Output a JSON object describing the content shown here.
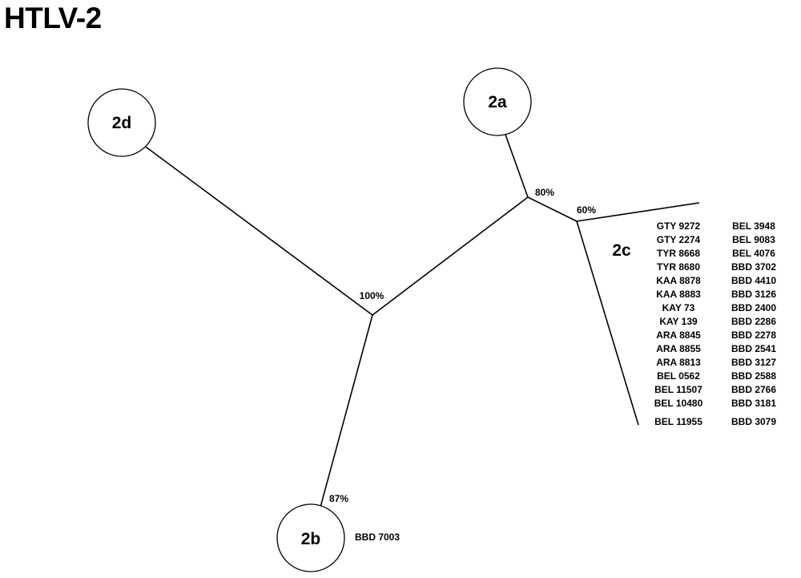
{
  "title": "HTLV-2",
  "clades": {
    "a": "2a",
    "b": "2b",
    "c": "2c",
    "d": "2d"
  },
  "bootstrap": {
    "root": "100%",
    "node_2a_2c": "80%",
    "node_2c": "60%",
    "node_2b": "87%"
  },
  "isolates_2b": "BBD 7003",
  "isolates_2c": {
    "left": [
      "GTY 9272",
      "GTY 2274",
      "TYR 8668",
      "TYR 8680",
      "KAA 8878",
      "KAA 8883",
      "KAY 73",
      "KAY 139",
      "ARA 8845",
      "ARA 8855",
      "ARA 8813",
      "BEL 0562",
      "BEL 11507",
      "BEL 10480",
      "BEL 11955"
    ],
    "right": [
      "BEL 3948",
      "BEL 9083",
      "BEL 4076",
      "BBD 3702",
      "BBD 4410",
      "BBD 3126",
      "BBD 2400",
      "BBD 2286",
      "BBD 2278",
      "BBD 2541",
      "BBD 3127",
      "BBD 2588",
      "BBD 2766",
      "BBD 3181",
      "BBD 3079"
    ]
  }
}
